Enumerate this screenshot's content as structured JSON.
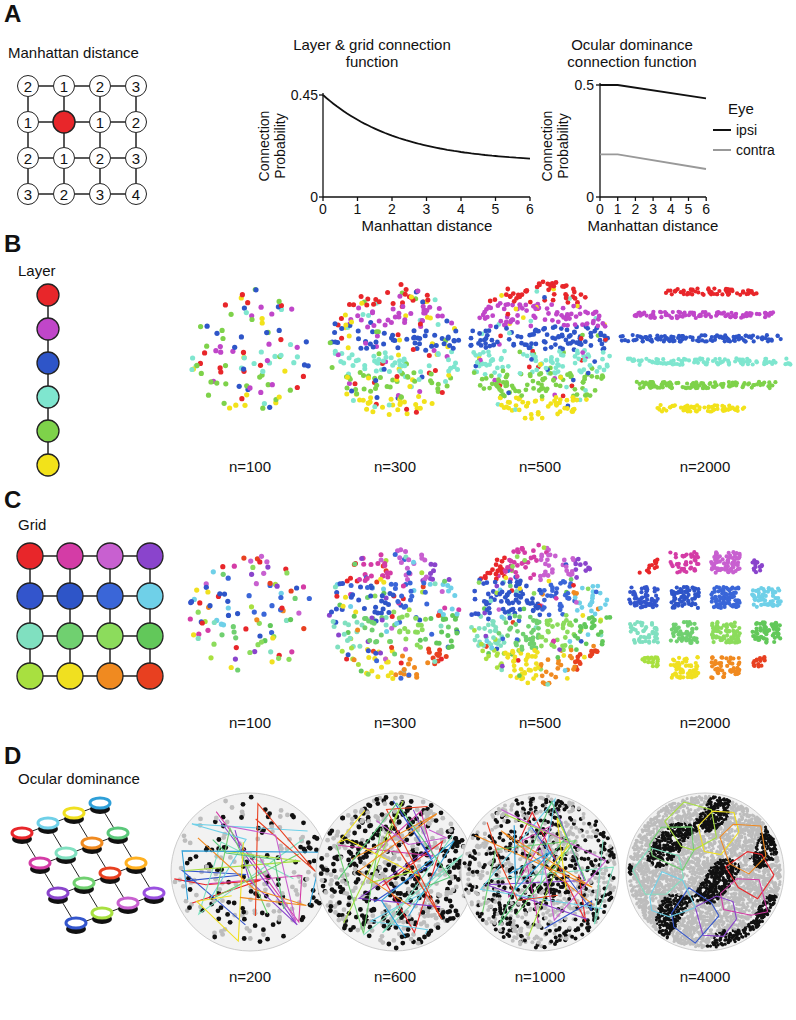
{
  "diagram": {
    "nodes": [
      {
        "text": [
          "2"
        ]
      },
      {
        "text": [
          "1"
        ]
      },
      {
        "text": [
          "2"
        ]
      },
      {
        "text": [
          "3"
        ]
      },
      {
        "text": [
          "1"
        ]
      },
      {
        "text": [
          "1"
        ]
      },
      {
        "text": [
          "2"
        ]
      },
      {
        "text": [
          "2"
        ]
      },
      {
        "text": [
          "1"
        ]
      },
      {
        "text": [
          "2"
        ]
      },
      {
        "text": [
          "3"
        ]
      },
      {
        "text": [
          "3"
        ]
      },
      {
        "text": [
          "2"
        ]
      },
      {
        "text": [
          "3"
        ]
      },
      {
        "text": [
          "4"
        ]
      }
    ],
    "edges": [
      {
        "from": 0,
        "to": 1,
        "arrow": "none"
      },
      {
        "from": 1,
        "to": 2,
        "arrow": "none"
      },
      {
        "from": 2,
        "to": 3,
        "arrow": "none"
      },
      {
        "from": 5,
        "to": 6,
        "arrow": "none"
      },
      {
        "from": 7,
        "to": 8,
        "arrow": "none"
      },
      {
        "from": 8,
        "to": 9,
        "arrow": "none"
      },
      {
        "from": 9,
        "to": 10,
        "arrow": "none"
      },
      {
        "from": 11,
        "to": 12,
        "arrow": "none"
      },
      {
        "from": 12,
        "to": 13,
        "arrow": "none"
      },
      {
        "from": 13,
        "to": 14,
        "arrow": "none"
      },
      {
        "from": 0,
        "to": 4,
        "arrow": "none"
      },
      {
        "from": 4,
        "to": 7,
        "arrow": "none"
      },
      {
        "from": 7,
        "to": 11,
        "arrow": "none"
      },
      {
        "from": 8,
        "to": 12,
        "arrow": "none"
      },
      {
        "from": 2,
        "to": 5,
        "arrow": "none"
      },
      {
        "from": 5,
        "to": 9,
        "arrow": "none"
      },
      {
        "from": 9,
        "to": 13,
        "arrow": "none"
      },
      {
        "from": 3,
        "to": 6,
        "arrow": "none"
      },
      {
        "from": 6,
        "to": 10,
        "arrow": "none"
      },
      {
        "from": 10,
        "to": 14,
        "arrow": "none"
      }
    ],
    "labels": [
      "A",
      "Manhattan distance",
      "Layer & grid connection function",
      "Connection Probability",
      "0.45",
      "0",
      "0",
      "1",
      "2",
      "3",
      "4",
      "5",
      "6",
      "Manhattan distance",
      "Ocular dominance connection function",
      "Connection Probability",
      "0.5",
      "0",
      "0",
      "1",
      "2",
      "3",
      "4",
      "5",
      "6",
      "Manhattan distance",
      "Eye",
      "B",
      "Layer",
      "n=100",
      "n=300",
      "n=500",
      "n=2000",
      "C",
      "Grid",
      "n=100",
      "n=300",
      "n=500",
      "n=2000",
      "D",
      "Ocular dominance",
      "n=200",
      "n=600",
      "n=1000",
      "n=4000"
    ],
    "legend": [
      {
        "text": "ipsi"
      },
      {
        "text": "contra"
      }
    ]
  }
}
